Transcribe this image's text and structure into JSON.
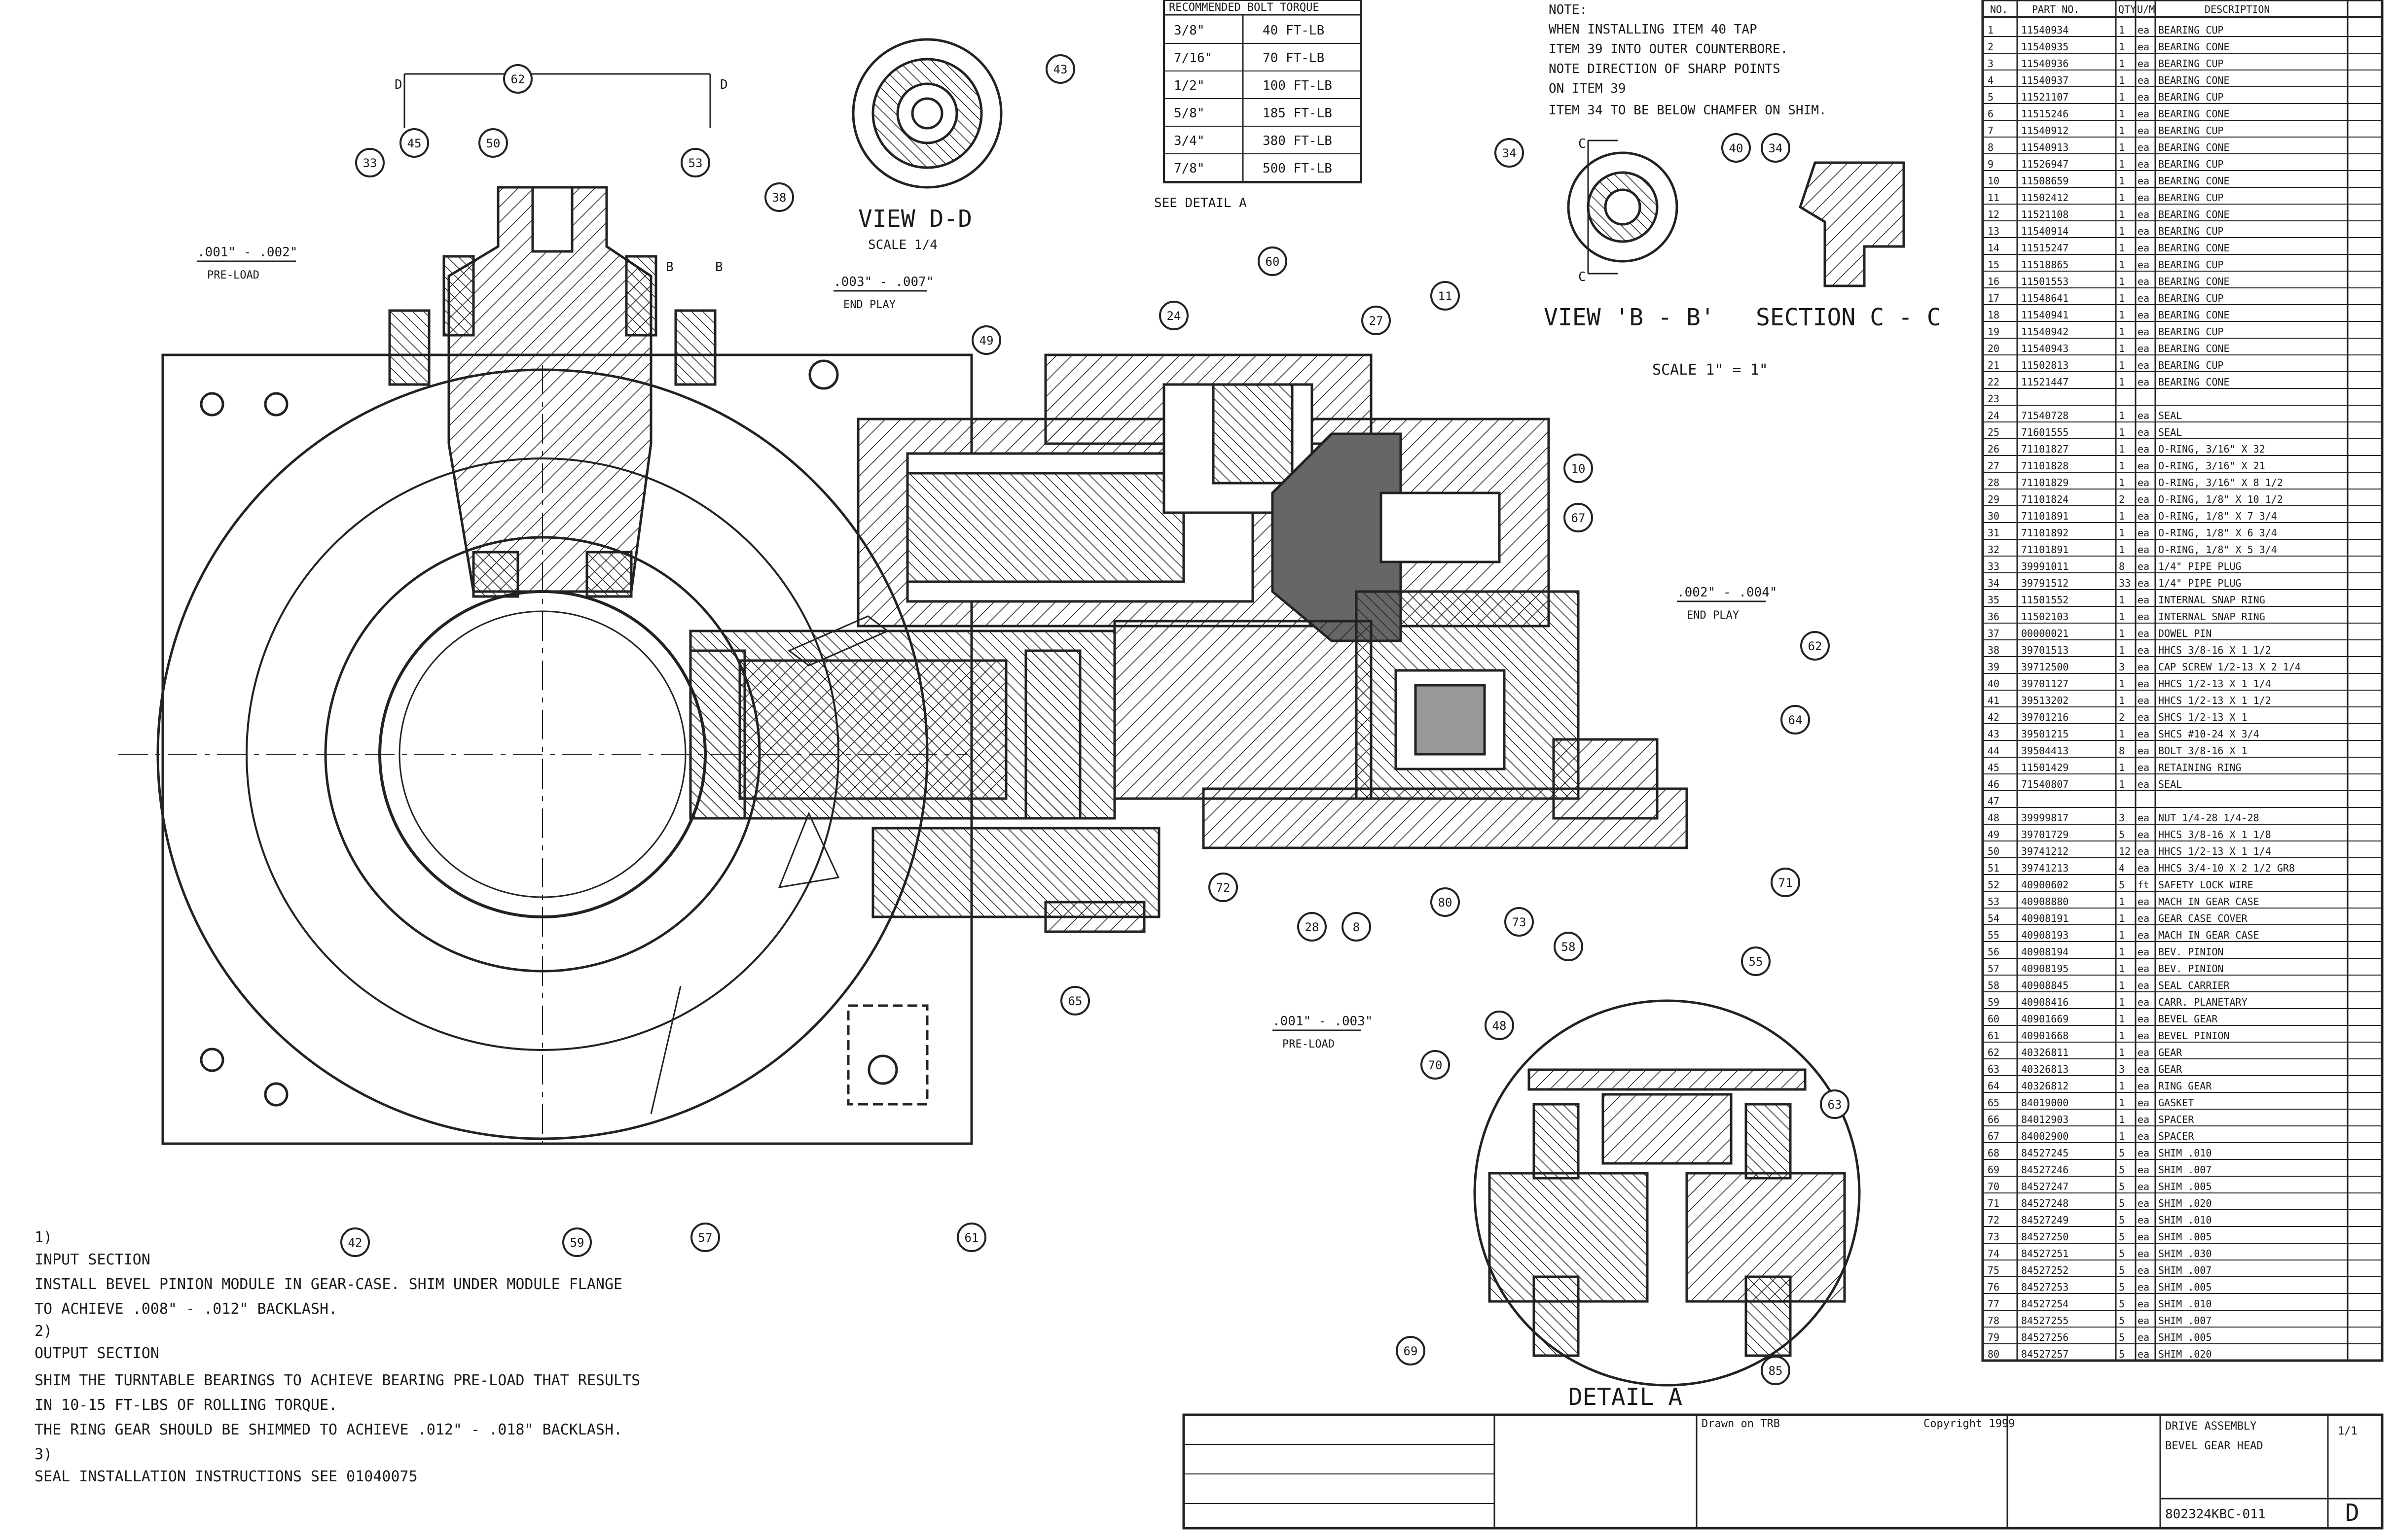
{
  "torque_table": {
    "header": "RECOMMENDED BOLT TORQUE",
    "rows": [
      [
        "3/8\"",
        "40 FT-LB"
      ],
      [
        "7/16\"",
        "70 FT-LB"
      ],
      [
        "1/2\"",
        "100 FT-LB"
      ],
      [
        "5/8\"",
        "185 FT-LB"
      ],
      [
        "3/4\"",
        "380 FT-LB"
      ],
      [
        "7/8\"",
        "500 FT-LB"
      ]
    ]
  },
  "views": {
    "view_dd": "VIEW D-D",
    "view_dd_scale": "SCALE 1/4",
    "view_bb": "VIEW 'B - B'",
    "section_cc": "SECTION C - C",
    "scale_1": "SCALE 1\" = 1\"",
    "detail_a": "DETAIL A",
    "see_detail": "SEE DETAIL A"
  },
  "top_note": {
    "title": "NOTE:",
    "lines": [
      "WHEN INSTALLING ITEM 40 TAP",
      "ITEM 39 INTO OUTER COUNTERBORE.",
      "NOTE DIRECTION OF SHARP POINTS",
      "ON ITEM 39",
      "ITEM 34 TO BE BELOW CHAMFER ON SHIM."
    ]
  },
  "dims": {
    "preload_left": ".001\" - .002\"",
    "preload_left_sub": "PRE-LOAD",
    "play_top": ".003\" - .007\"",
    "play_top_sub": "END PLAY",
    "play_mid": ".002\" - .004\"",
    "play_mid_sub": "END PLAY",
    "preload_bottom": ".001\" - .003\"",
    "preload_bottom_sub": "PRE-LOAD"
  },
  "bottom_notes": {
    "n1_num": "1)",
    "n1_title": "INPUT SECTION",
    "n1_line1": "INSTALL BEVEL PINION MODULE IN GEAR-CASE. SHIM UNDER MODULE FLANGE",
    "n1_line2": "TO ACHIEVE .008\" - .012\" BACKLASH.",
    "n2_num": "2)",
    "n2_title": "OUTPUT SECTION",
    "n2_line1": "SHIM THE TURNTABLE BEARINGS TO ACHIEVE BEARING PRE-LOAD THAT RESULTS",
    "n2_line2": "IN 10-15 FT-LBS OF ROLLING TORQUE.",
    "n2_line3": "THE RING GEAR SHOULD BE SHIMMED TO ACHIEVE .012\" - .018\" BACKLASH.",
    "n3_num": "3)",
    "n3_line1": "SEAL INSTALLATION INSTRUCTIONS SEE 01040075"
  },
  "section_marks": {
    "d_left": "D",
    "d_right": "D",
    "b1": "B",
    "b2": "B",
    "c1": "C",
    "c2": "C"
  },
  "balloons": {
    "b34": "34",
    "b40": "40",
    "b34b": "34",
    "b43": "43",
    "b62": "62",
    "b45": "45",
    "b50": "50",
    "b53": "53",
    "b33": "33",
    "b38": "38",
    "b60": "60",
    "b24": "24",
    "b11": "11",
    "b10": "10",
    "b27": "27",
    "b49": "49",
    "b67": "67",
    "b62b": "62",
    "b64": "64",
    "b71": "71",
    "b72": "72",
    "b28": "28",
    "b8": "8",
    "b80": "80",
    "b65": "65",
    "b58": "58",
    "b73": "73",
    "b55": "55",
    "b48": "48",
    "b42": "42",
    "b59": "59",
    "b57": "57",
    "b61": "61",
    "b63": "63",
    "b69": "69",
    "b85": "85",
    "b70": "70"
  },
  "bom": {
    "headers": [
      "NO.",
      "PART NO.",
      "QTY",
      "U/M",
      "DESCRIPTION"
    ],
    "rows": [
      [
        "1",
        "11540934",
        "1",
        "ea",
        "BEARING CUP"
      ],
      [
        "2",
        "11540935",
        "1",
        "ea",
        "BEARING CONE"
      ],
      [
        "3",
        "11540936",
        "1",
        "ea",
        "BEARING CUP"
      ],
      [
        "4",
        "11540937",
        "1",
        "ea",
        "BEARING CONE"
      ],
      [
        "5",
        "11521107",
        "1",
        "ea",
        "BEARING CUP"
      ],
      [
        "6",
        "11515246",
        "1",
        "ea",
        "BEARING CONE"
      ],
      [
        "7",
        "11540912",
        "1",
        "ea",
        "BEARING CUP"
      ],
      [
        "8",
        "11540913",
        "1",
        "ea",
        "BEARING CONE"
      ],
      [
        "9",
        "11526947",
        "1",
        "ea",
        "BEARING CUP"
      ],
      [
        "10",
        "11508659",
        "1",
        "ea",
        "BEARING CONE"
      ],
      [
        "11",
        "11502412",
        "1",
        "ea",
        "BEARING CUP"
      ],
      [
        "12",
        "11521108",
        "1",
        "ea",
        "BEARING CONE"
      ],
      [
        "13",
        "11540914",
        "1",
        "ea",
        "BEARING CUP"
      ],
      [
        "14",
        "11515247",
        "1",
        "ea",
        "BEARING CONE"
      ],
      [
        "15",
        "11518865",
        "1",
        "ea",
        "BEARING CUP"
      ],
      [
        "16",
        "11501553",
        "1",
        "ea",
        "BEARING CONE"
      ],
      [
        "17",
        "11548641",
        "1",
        "ea",
        "BEARING CUP"
      ],
      [
        "18",
        "11540941",
        "1",
        "ea",
        "BEARING CONE"
      ],
      [
        "19",
        "11540942",
        "1",
        "ea",
        "BEARING CUP"
      ],
      [
        "20",
        "11540943",
        "1",
        "ea",
        "BEARING CONE"
      ],
      [
        "21",
        "11502813",
        "1",
        "ea",
        "BEARING CUP"
      ],
      [
        "22",
        "11521447",
        "1",
        "ea",
        "BEARING CONE"
      ],
      [
        "23",
        "",
        "",
        "",
        ""
      ],
      [
        "24",
        "71540728",
        "1",
        "ea",
        "SEAL"
      ],
      [
        "25",
        "71601555",
        "1",
        "ea",
        "SEAL"
      ],
      [
        "26",
        "71101827",
        "1",
        "ea",
        "O-RING, 3/16\" X 32"
      ],
      [
        "27",
        "71101828",
        "1",
        "ea",
        "O-RING, 3/16\" X 21"
      ],
      [
        "28",
        "71101829",
        "1",
        "ea",
        "O-RING, 3/16\" X 8 1/2"
      ],
      [
        "29",
        "71101824",
        "2",
        "ea",
        "O-RING, 1/8\" X 10 1/2"
      ],
      [
        "30",
        "71101891",
        "1",
        "ea",
        "O-RING, 1/8\" X 7 3/4"
      ],
      [
        "31",
        "71101892",
        "1",
        "ea",
        "O-RING, 1/8\" X 6 3/4"
      ],
      [
        "32",
        "71101891",
        "1",
        "ea",
        "O-RING, 1/8\" X 5 3/4"
      ],
      [
        "33",
        "39991011",
        "8",
        "ea",
        "1/4\" PIPE PLUG"
      ],
      [
        "34",
        "39791512",
        "33",
        "ea",
        "1/4\" PIPE PLUG"
      ],
      [
        "35",
        "11501552",
        "1",
        "ea",
        "INTERNAL SNAP RING"
      ],
      [
        "36",
        "11502103",
        "1",
        "ea",
        "INTERNAL SNAP RING"
      ],
      [
        "37",
        "00000021",
        "1",
        "ea",
        "DOWEL PIN"
      ],
      [
        "38",
        "39701513",
        "1",
        "ea",
        "HHCS 3/8-16 X 1 1/2"
      ],
      [
        "39",
        "39712500",
        "3",
        "ea",
        "CAP SCREW 1/2-13 X 2 1/4"
      ],
      [
        "40",
        "39701127",
        "1",
        "ea",
        "HHCS 1/2-13 X 1 1/4"
      ],
      [
        "41",
        "39513202",
        "1",
        "ea",
        "HHCS 1/2-13 X 1 1/2"
      ],
      [
        "42",
        "39701216",
        "2",
        "ea",
        "SHCS 1/2-13 X 1"
      ],
      [
        "43",
        "39501215",
        "1",
        "ea",
        "SHCS #10-24 X 3/4"
      ],
      [
        "44",
        "39504413",
        "8",
        "ea",
        "BOLT 3/8-16 X 1"
      ],
      [
        "45",
        "11501429",
        "1",
        "ea",
        "RETAINING RING"
      ],
      [
        "46",
        "71540807",
        "1",
        "ea",
        "SEAL"
      ],
      [
        "47",
        "",
        "",
        "",
        ""
      ],
      [
        "48",
        "39999817",
        "3",
        "ea",
        "NUT 1/4-28 1/4-28"
      ],
      [
        "49",
        "39701729",
        "5",
        "ea",
        "HHCS 3/8-16 X 1 1/8"
      ],
      [
        "50",
        "39741212",
        "12",
        "ea",
        "HHCS 1/2-13 X 1 1/4"
      ],
      [
        "51",
        "39741213",
        "4",
        "ea",
        "HHCS 3/4-10 X 2 1/2 GR8"
      ],
      [
        "52",
        "40900602",
        "5",
        "ft",
        "SAFETY LOCK WIRE"
      ],
      [
        "53",
        "40908880",
        "1",
        "ea",
        "MACH IN GEAR CASE"
      ],
      [
        "54",
        "40908191",
        "1",
        "ea",
        "GEAR CASE COVER"
      ],
      [
        "55",
        "40908193",
        "1",
        "ea",
        "MACH IN GEAR CASE"
      ],
      [
        "56",
        "40908194",
        "1",
        "ea",
        "BEV. PINION"
      ],
      [
        "57",
        "40908195",
        "1",
        "ea",
        "BEV. PINION"
      ],
      [
        "58",
        "40908845",
        "1",
        "ea",
        "SEAL CARRIER"
      ],
      [
        "59",
        "40908416",
        "1",
        "ea",
        "CARR. PLANETARY"
      ],
      [
        "60",
        "40901669",
        "1",
        "ea",
        "BEVEL GEAR"
      ],
      [
        "61",
        "40901668",
        "1",
        "ea",
        "BEVEL PINION"
      ],
      [
        "62",
        "40326811",
        "1",
        "ea",
        "GEAR"
      ],
      [
        "63",
        "40326813",
        "3",
        "ea",
        "GEAR"
      ],
      [
        "64",
        "40326812",
        "1",
        "ea",
        "RING GEAR"
      ],
      [
        "65",
        "84019000",
        "1",
        "ea",
        "GASKET"
      ],
      [
        "66",
        "84012903",
        "1",
        "ea",
        "SPACER"
      ],
      [
        "67",
        "84002900",
        "1",
        "ea",
        "SPACER"
      ],
      [
        "68",
        "84527245",
        "5",
        "ea",
        "SHIM .010"
      ],
      [
        "69",
        "84527246",
        "5",
        "ea",
        "SHIM .007"
      ],
      [
        "70",
        "84527247",
        "5",
        "ea",
        "SHIM .005"
      ],
      [
        "71",
        "84527248",
        "5",
        "ea",
        "SHIM .020"
      ],
      [
        "72",
        "84527249",
        "5",
        "ea",
        "SHIM .010"
      ],
      [
        "73",
        "84527250",
        "5",
        "ea",
        "SHIM .005"
      ],
      [
        "74",
        "84527251",
        "5",
        "ea",
        "SHIM .030"
      ],
      [
        "75",
        "84527252",
        "5",
        "ea",
        "SHIM .007"
      ],
      [
        "76",
        "84527253",
        "5",
        "ea",
        "SHIM .005"
      ],
      [
        "77",
        "84527254",
        "5",
        "ea",
        "SHIM .010"
      ],
      [
        "78",
        "84527255",
        "5",
        "ea",
        "SHIM .007"
      ],
      [
        "79",
        "84527256",
        "5",
        "ea",
        "SHIM .005"
      ],
      [
        "80",
        "84527257",
        "5",
        "ea",
        "SHIM .020"
      ]
    ]
  },
  "title_block": {
    "drawn": "Drawn on TRB",
    "copyright": "Copyright 1999",
    "title1": "DRIVE ASSEMBLY",
    "title2": "BEVEL GEAR HEAD",
    "dwg_no": "802324KBC-011",
    "rev": "D",
    "sheet": "1/1"
  }
}
